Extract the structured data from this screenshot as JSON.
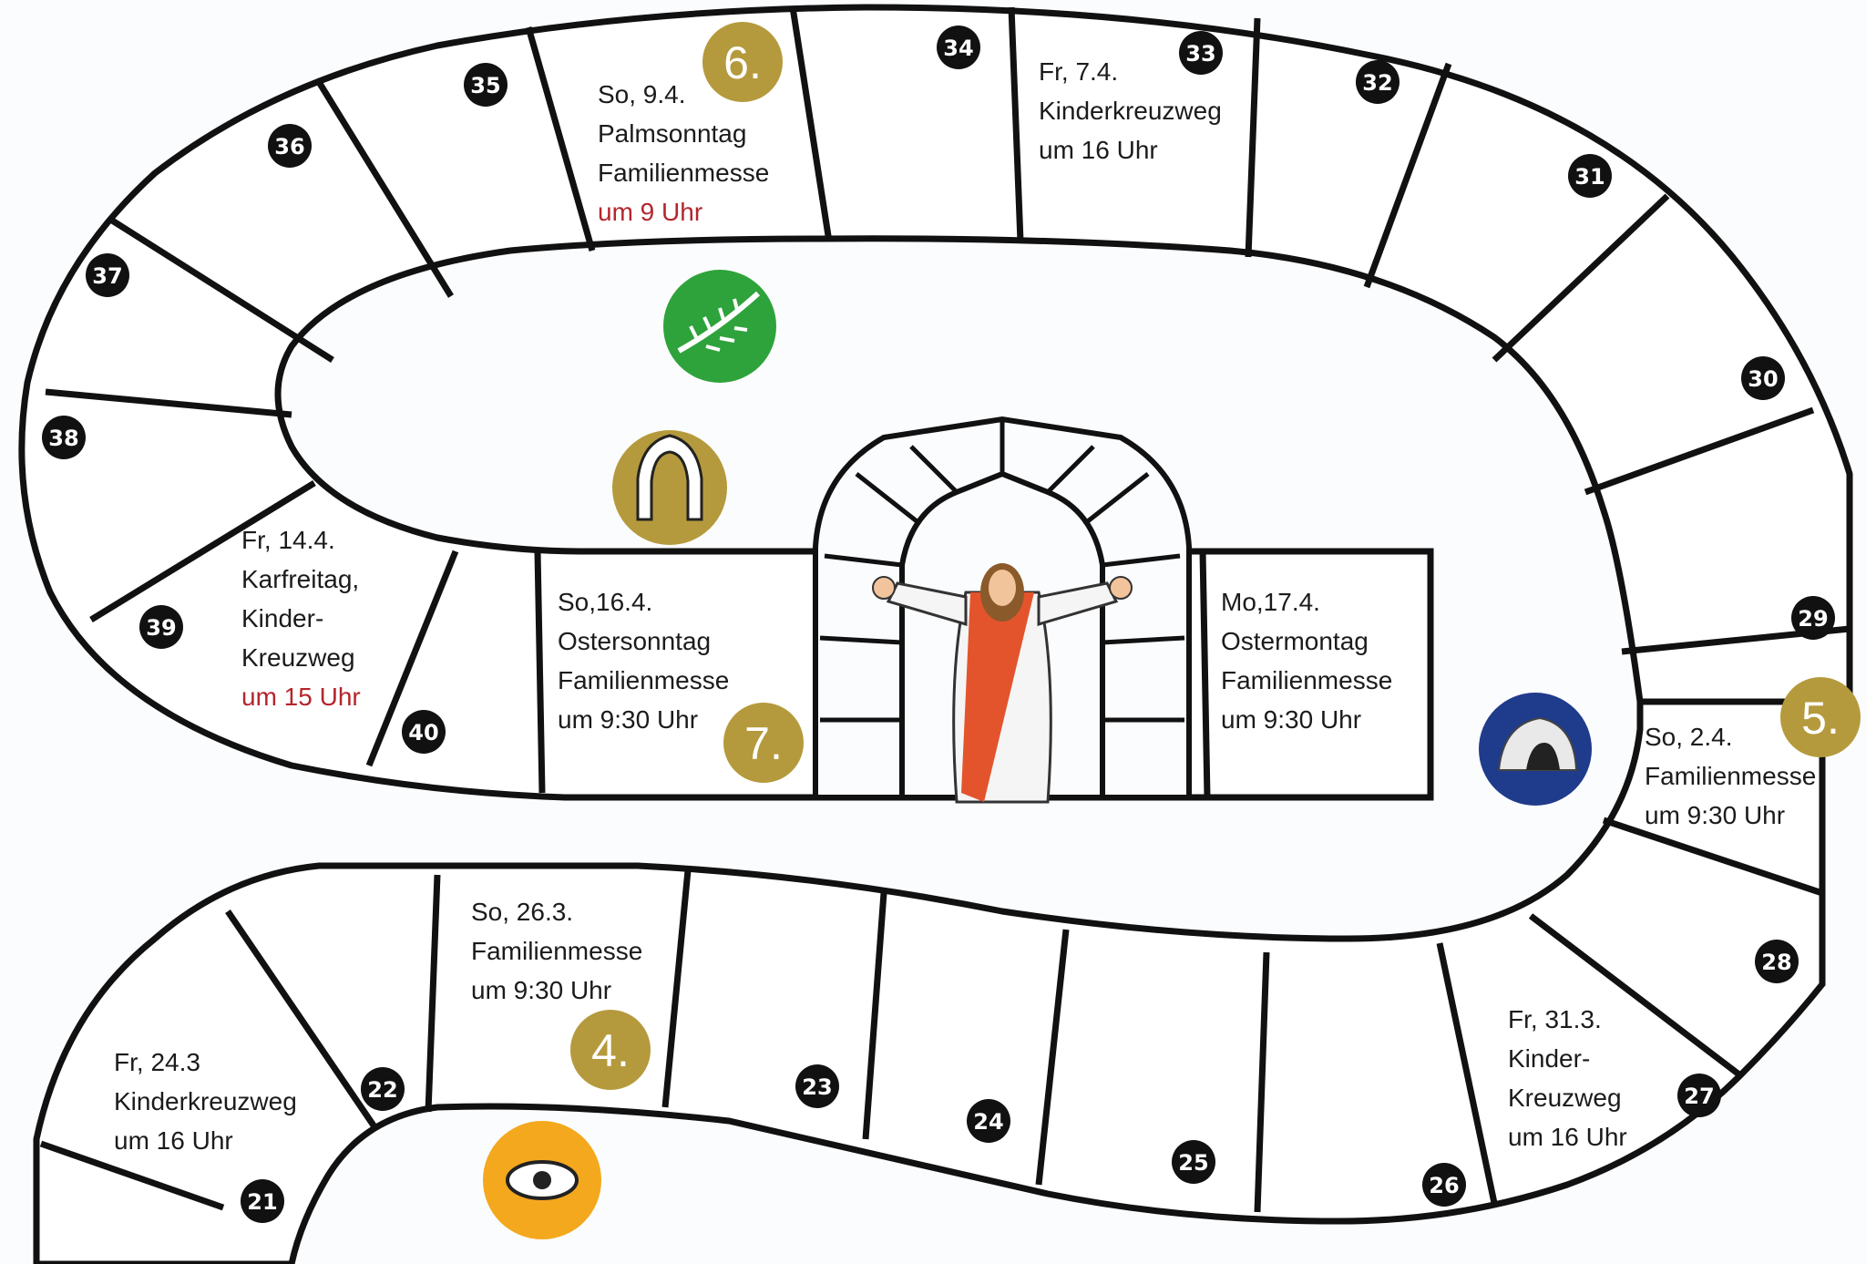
{
  "board": {
    "numbers": [
      "21",
      "22",
      "23",
      "24",
      "25",
      "26",
      "27",
      "28",
      "29",
      "30",
      "31",
      "32",
      "33",
      "34",
      "35",
      "36",
      "37",
      "38",
      "39",
      "40"
    ],
    "events": {
      "e1": {
        "lines": [
          "Fr, 24.3",
          "Kinderkreuzweg",
          "um 16 Uhr"
        ]
      },
      "e2": {
        "lines": [
          "So, 26.3.",
          "Familienmesse",
          "um 9:30 Uhr"
        ]
      },
      "e3": {
        "lines": [
          "Fr, 31.3.",
          "Kinder-",
          "Kreuzweg",
          "um 16 Uhr"
        ]
      },
      "e4": {
        "lines": [
          "So, 2.4.",
          "Familienmesse",
          "um 9:30 Uhr"
        ]
      },
      "e5": {
        "lines": [
          "Fr, 7.4.",
          "Kinderkreuzweg",
          "um 16 Uhr"
        ]
      },
      "e6": {
        "lines": [
          "So, 9.4.",
          "Palmsonntag",
          "Familienmesse"
        ],
        "red": "um 9 Uhr"
      },
      "e7": {
        "lines": [
          "Fr, 14.4.",
          "Karfreitag,",
          "Kinder-",
          "Kreuzweg"
        ],
        "red": "um 15 Uhr"
      },
      "e8": {
        "lines": [
          "So,16.4.",
          "Ostersonntag",
          "Familienmesse",
          "um 9:30 Uhr"
        ]
      },
      "e9": {
        "lines": [
          "Mo,17.4.",
          "Ostermontag",
          "Familienmesse",
          "um 9:30 Uhr"
        ]
      }
    },
    "gold_badges": [
      "4.",
      "5.",
      "6.",
      "7."
    ],
    "icons": {
      "eye": "eye-icon",
      "cave": "cave-icon",
      "palm": "palm-branch-icon",
      "arch": "arch-icon",
      "jesus": "risen-jesus-figure"
    },
    "colors": {
      "gold": "#b59a3d",
      "orange": "#f4a81d",
      "navy": "#1f3b8b",
      "green": "#2ea33b",
      "red_text": "#b3262c",
      "sash": "#e3542d"
    }
  }
}
